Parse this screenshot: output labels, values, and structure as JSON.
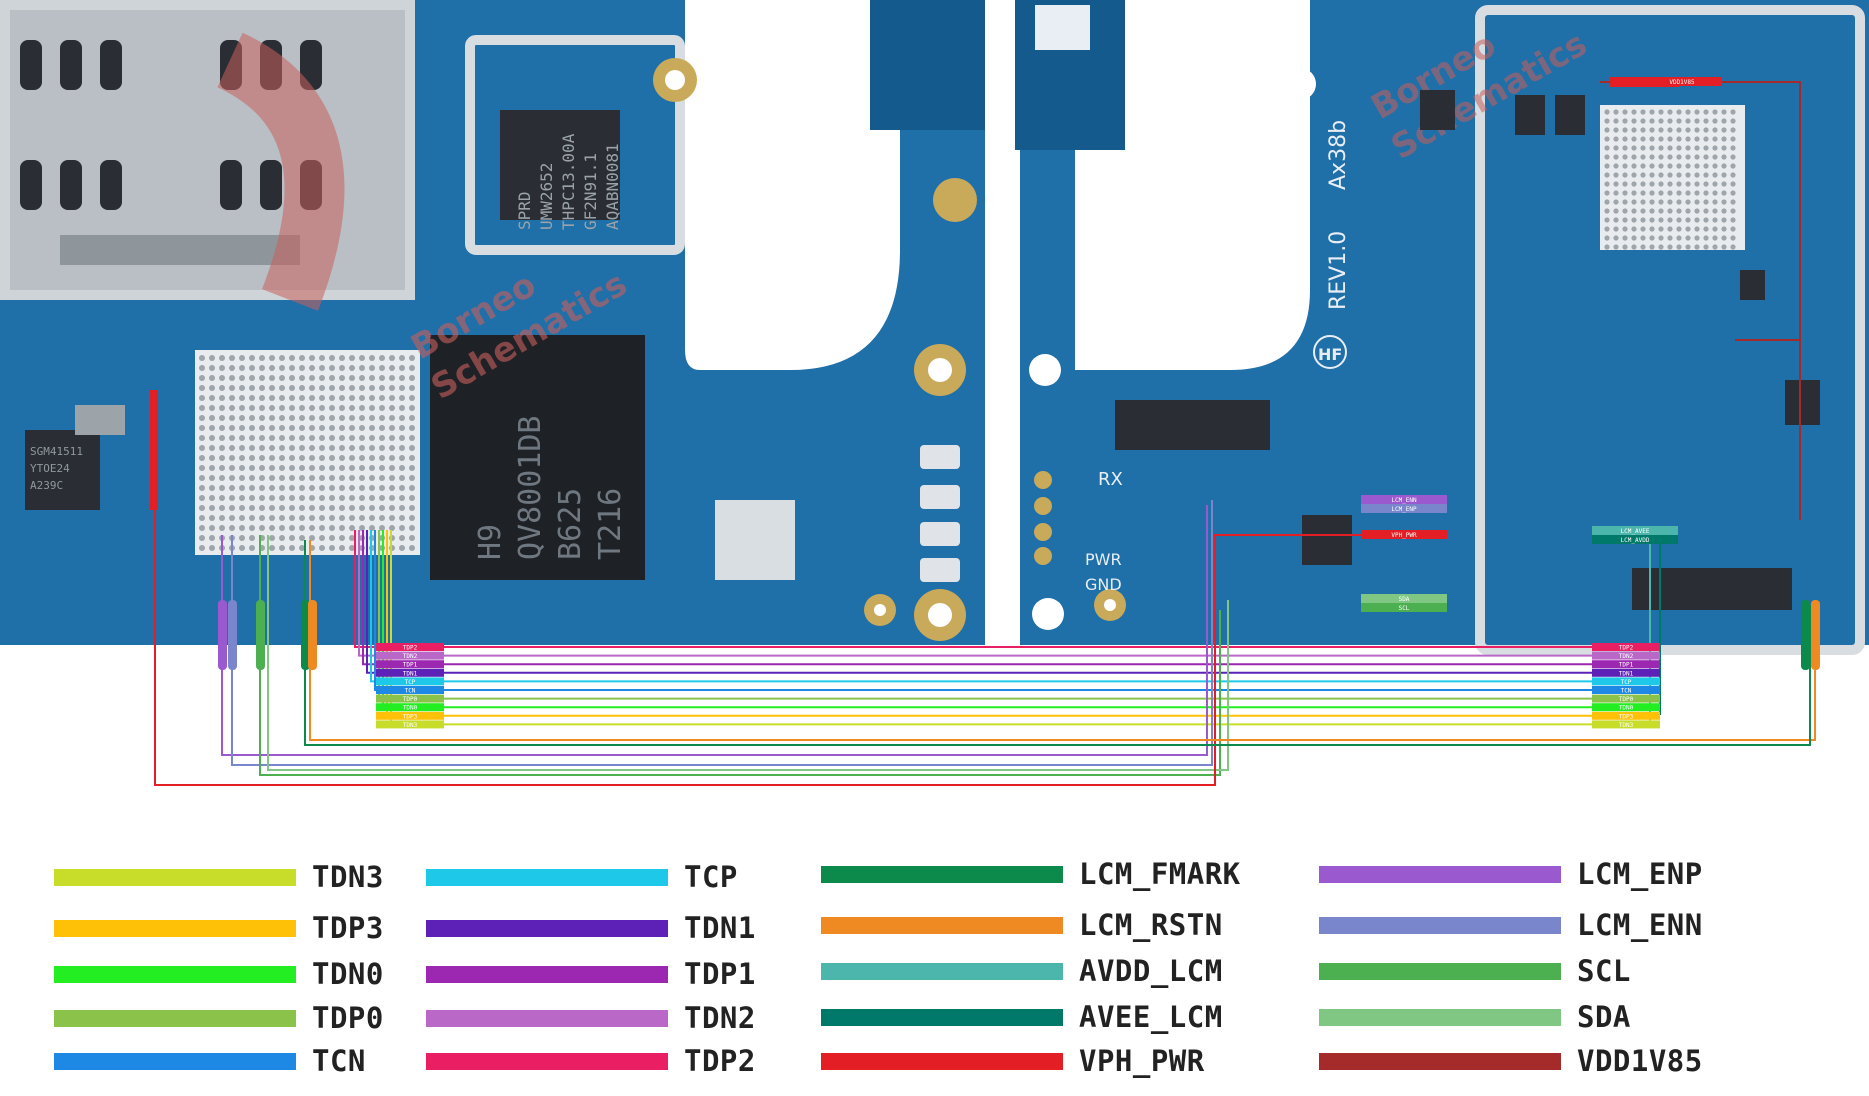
{
  "board": {
    "colors": {
      "pcb": "#1f6fa8",
      "pcb_dark": "#155a8c",
      "copper_ring": "#c9a95a",
      "silk": "#e8eef3",
      "chip": "#2a2d33",
      "shield": "#cfd4d8",
      "watermark": "#c9605c"
    },
    "texts": {
      "chip_top": [
        "SPRD",
        "UMW2652",
        "THPC13.00A",
        "GF2N91.1",
        "AQABN0081"
      ],
      "chip_mid": [
        "SGM41511",
        "YTOE24",
        "A239C"
      ],
      "memory": [
        "H9",
        "QV8001DB",
        "B625",
        "T216"
      ],
      "rev": "REV1.0",
      "model": "Ax38b",
      "hf": "HF",
      "rx": "RX",
      "pwr": "PWR",
      "gnd": "GND",
      "watermark": [
        "Borneo",
        "Schematics"
      ]
    },
    "left_pads": [
      "TDP2",
      "TDN2",
      "TDP1",
      "TDN1",
      "TCP",
      "TCN",
      "TDP0",
      "TDN0",
      "TDP3",
      "TDN3"
    ],
    "right_pads": [
      "TDP2",
      "TDN2",
      "TDP1",
      "TDN1",
      "TCP",
      "TCN",
      "TDP0",
      "TDN0",
      "TDP3",
      "TDN3"
    ],
    "tags": {
      "lcm_enn": "LCM_ENN",
      "lcm_enp": "LCM_ENP",
      "vph_pwr": "VPH_PWR",
      "sda": "SDA",
      "scl": "SCL",
      "lcm_avee": "LCM_AVEE",
      "lcm_avdd": "LCM_AVDD",
      "vdd1v85": "VDD1V85"
    }
  },
  "legend": [
    {
      "label": "TDN3",
      "color": "#c8dc2a"
    },
    {
      "label": "TDP3",
      "color": "#ffc107"
    },
    {
      "label": "TDN0",
      "color": "#22ee22"
    },
    {
      "label": "TDP0",
      "color": "#8bc34a"
    },
    {
      "label": "TCN",
      "color": "#1e88e5"
    },
    {
      "label": "TCP",
      "color": "#1ec8e8"
    },
    {
      "label": "TDN1",
      "color": "#5e21b8"
    },
    {
      "label": "TDP1",
      "color": "#9c27b0"
    },
    {
      "label": "TDN2",
      "color": "#ba68c8"
    },
    {
      "label": "TDP2",
      "color": "#e91e63"
    },
    {
      "label": "LCM_FMARK",
      "color": "#0b8a4c"
    },
    {
      "label": "LCM_RSTN",
      "color": "#ef8a22"
    },
    {
      "label": "AVDD_LCM",
      "color": "#4db6ac"
    },
    {
      "label": "AVEE_LCM",
      "color": "#00796b"
    },
    {
      "label": "VPH_PWR",
      "color": "#e31e24"
    },
    {
      "label": "LCM_ENP",
      "color": "#9b59d0"
    },
    {
      "label": "LCM_ENN",
      "color": "#7986cb"
    },
    {
      "label": "SCL",
      "color": "#4caf50"
    },
    {
      "label": "SDA",
      "color": "#81c784"
    },
    {
      "label": "VDD1V85",
      "color": "#a52a2a"
    }
  ]
}
